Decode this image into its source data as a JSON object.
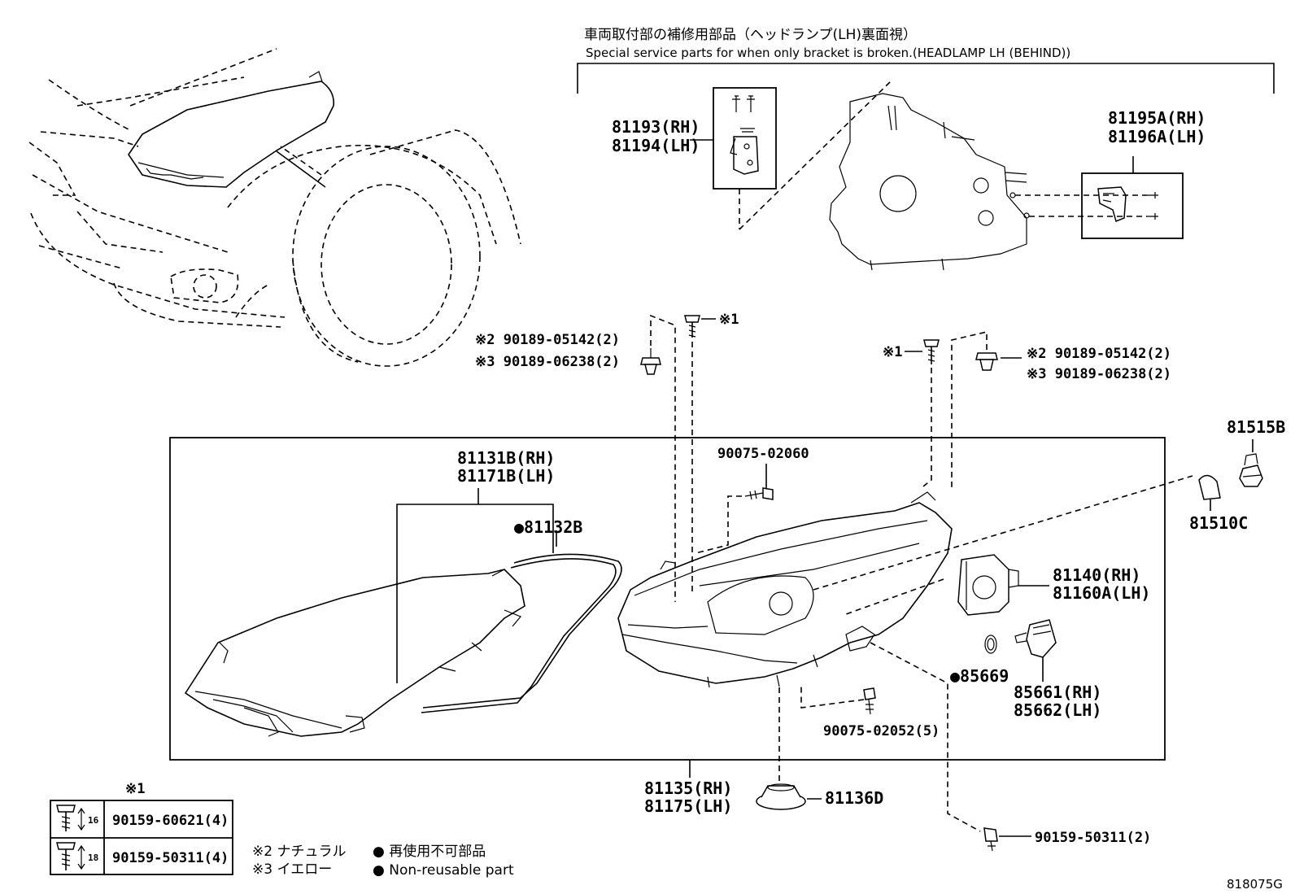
{
  "header": {
    "title_jp": "車両取付部の補修用部品（ヘッドランプ(LH)裏面視）",
    "title_en": "Special service parts for when only bracket is broken.(HEADLAMP LH (BEHIND))"
  },
  "labels": {
    "p81193": "81193(RH)",
    "p81194": "81194(LH)",
    "p81195": "81195A(RH)",
    "p81196": "81196A(LH)",
    "x1_top_left": "※1",
    "x2_left": "※2  90189-05142(2)",
    "x3_left": "※3  90189-06238(2)",
    "x1_right": "※1",
    "x2_right": "※2  90189-05142(2)",
    "x3_right": "※3  90189-06238(2)",
    "p81515": "81515B",
    "p81510": "81510C",
    "p81131": "81131B(RH)",
    "p81171": "81171B(LH)",
    "p81132": "●81132B",
    "p90075_02060": "90075-02060",
    "p81140": "81140(RH)",
    "p81160": "81160A(LH)",
    "p85669": "●85669",
    "p85661": "85661(RH)",
    "p85662": "85662(LH)",
    "p90075_02052": "90075-02052(5)",
    "p81135": "81135(RH)",
    "p81175": "81175(LH)",
    "p81136": "81136D",
    "p90159_50311": "90159-50311(2)"
  },
  "bolt_table": {
    "header": "※1",
    "rows": [
      {
        "length": "16",
        "part": "90159-60621(4)"
      },
      {
        "length": "18",
        "part": "90159-50311(4)"
      }
    ]
  },
  "legend": {
    "x2": "※2  ナチュラル",
    "x3": "※3  イエロー",
    "nonreuse_jp": "●  再使用不可部品",
    "nonreuse_en": "●  Non-reusable part"
  },
  "figure_id": "818075G"
}
